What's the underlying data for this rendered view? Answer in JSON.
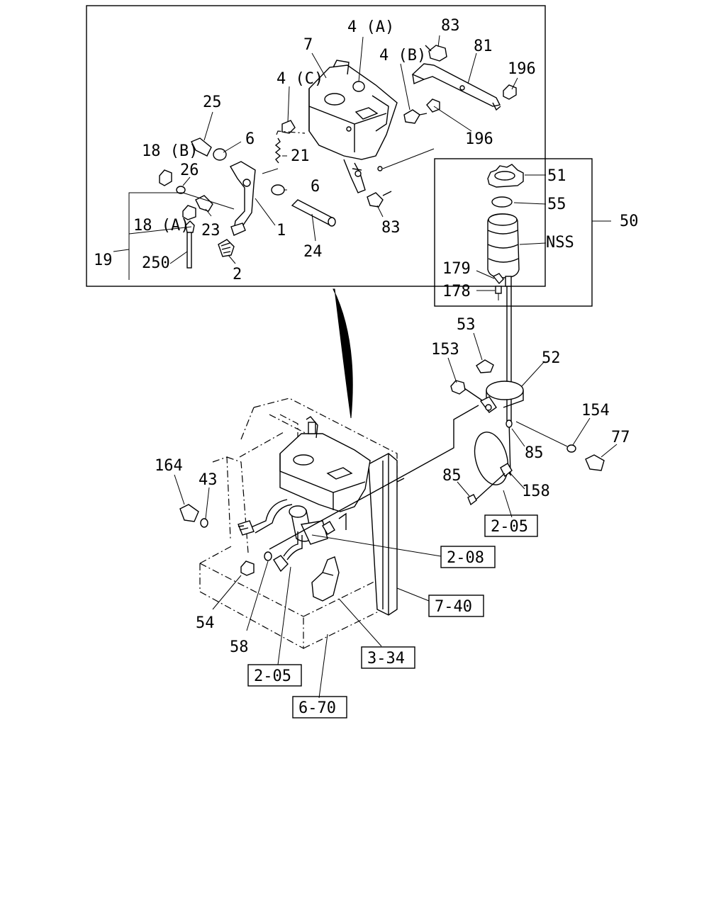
{
  "callouts": {
    "c4a": "4 (A)",
    "c83_top": "83",
    "c7": "7",
    "c81": "81",
    "c4b": "4 (B)",
    "c196_right": "196",
    "c4c": "4 (C)",
    "c25": "25",
    "c196_lower": "196",
    "c6_upper": "6",
    "c18b": "18 (B)",
    "c21": "21",
    "c26": "26",
    "c6_lower": "6",
    "c18a": "18 (A)",
    "c23": "23",
    "c1": "1",
    "c83_lower": "83",
    "c19": "19",
    "c250": "250",
    "c24": "24",
    "c2": "2",
    "c51": "51",
    "c55": "55",
    "c50": "50",
    "cNSS": "NSS",
    "c179": "179",
    "c178": "178",
    "c53": "53",
    "c153": "153",
    "c52": "52",
    "c154": "154",
    "c77": "77",
    "c85_right": "85",
    "c85_left": "85",
    "c158": "158",
    "c164": "164",
    "c43": "43",
    "c54": "54",
    "c58": "58"
  },
  "references": {
    "r205_right": "2-05",
    "r208": "2-08",
    "r740": "7-40",
    "r334": "3-34",
    "r205_lower": "2-05",
    "r670": "6-70"
  }
}
